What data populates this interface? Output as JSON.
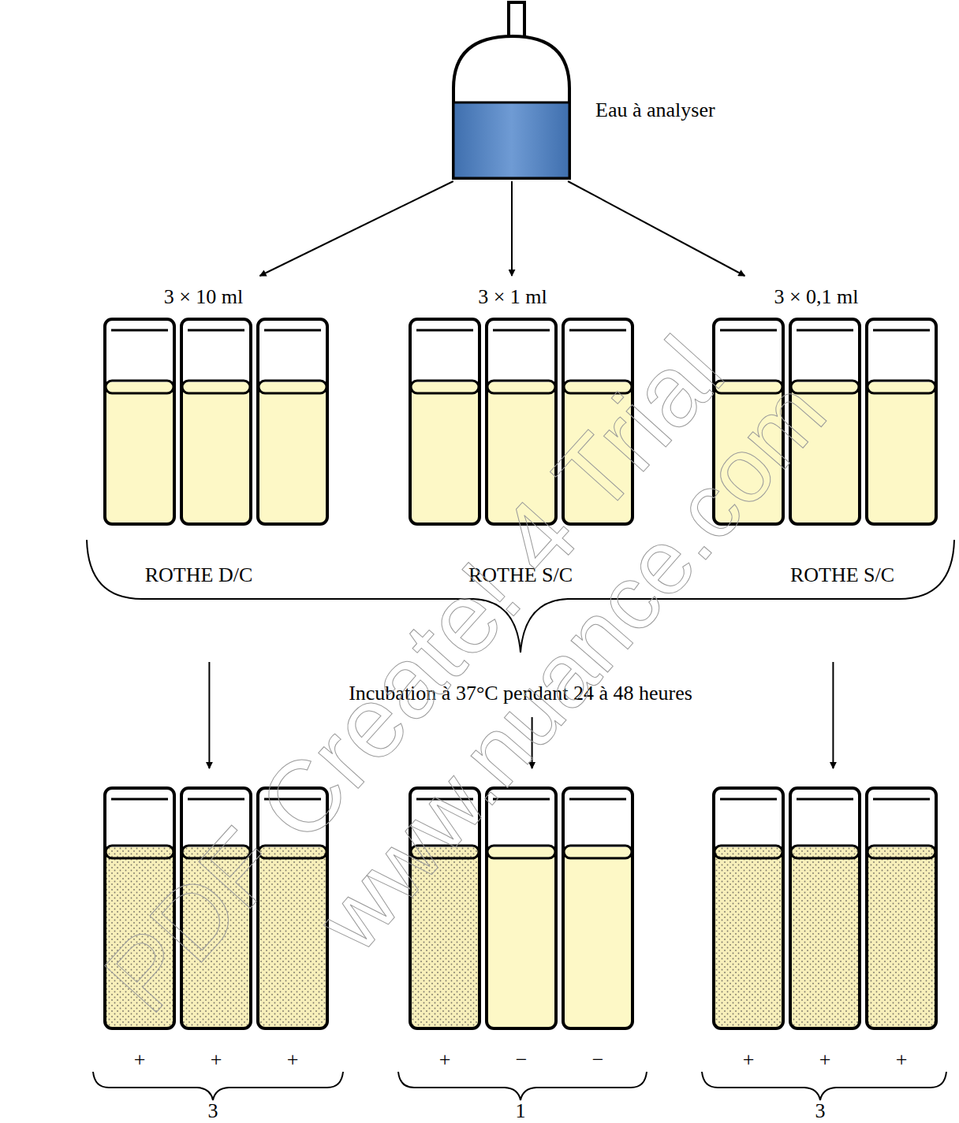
{
  "diagram": {
    "nodes": [
      {
        "text": [
          "Eau à analyser"
        ]
      },
      {
        "text": [
          "3 × 10 ml",
          "ROTHE D/C"
        ]
      },
      {
        "text": [
          "3 × 1 ml",
          "ROTHE S/C"
        ]
      },
      {
        "text": [
          "3 × 0,1 ml",
          "ROTHE S/C"
        ]
      },
      {
        "text": [
          "+",
          "+",
          "+",
          "3"
        ]
      },
      {
        "text": [
          "+",
          "−",
          "−",
          "1"
        ]
      },
      {
        "text": [
          "+",
          "+",
          "+",
          "3"
        ]
      }
    ],
    "edges": [
      {
        "from": 0,
        "to": 1,
        "arrow": "to"
      },
      {
        "from": 0,
        "to": 2,
        "arrow": "to"
      },
      {
        "from": 0,
        "to": 3,
        "arrow": "to"
      },
      {
        "from": 1,
        "to": 4,
        "arrow": "to"
      },
      {
        "from": 2,
        "to": 5,
        "arrow": "to"
      },
      {
        "from": 3,
        "to": 6,
        "arrow": "to"
      }
    ],
    "labels": [
      "Incubation à 37°C pendant 24 à 48 heures",
      "PDF Create! 4 Trial",
      "www.nuance.com"
    ]
  }
}
